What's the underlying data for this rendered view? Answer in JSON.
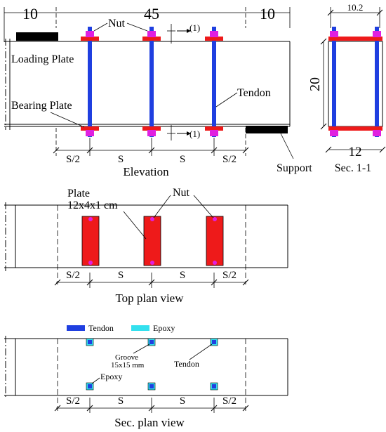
{
  "elevation": {
    "dim_left": "10",
    "dim_mid": "45",
    "dim_right": "10",
    "nut_label": "Nut",
    "section_mark": "(1)",
    "loading_plate_label": "Loading Plate",
    "bearing_plate_label": "Bearing Plate",
    "tendon_label": "Tendon",
    "support_label": "Support",
    "spacing_half": "S/2",
    "spacing_full": "S",
    "caption": "Elevation"
  },
  "section": {
    "top_width": "10.2",
    "height": "20",
    "bottom_width": "12",
    "caption": "Sec. 1-1"
  },
  "top_plan": {
    "plate_label_line1": "Plate",
    "plate_label_line2": "12x4x1 cm",
    "nut_label": "Nut",
    "spacing_half": "S/2",
    "spacing_full": "S",
    "caption": "Top plan view"
  },
  "sec_plan": {
    "legend_tendon": "Tendon",
    "legend_epoxy": "Epoxy",
    "groove_line1": "Groove",
    "groove_line2": "15x15 mm",
    "tendon_label": "Tendon",
    "epoxy_label": "Epoxy",
    "spacing_half": "S/2",
    "spacing_full": "S",
    "caption": "Sec. plan view"
  },
  "colors": {
    "tendon": "#1f3fe0",
    "plate": "#ee1a1a",
    "nut": "#e020e0",
    "epoxy": "#33e0ee",
    "support": "#000000"
  }
}
